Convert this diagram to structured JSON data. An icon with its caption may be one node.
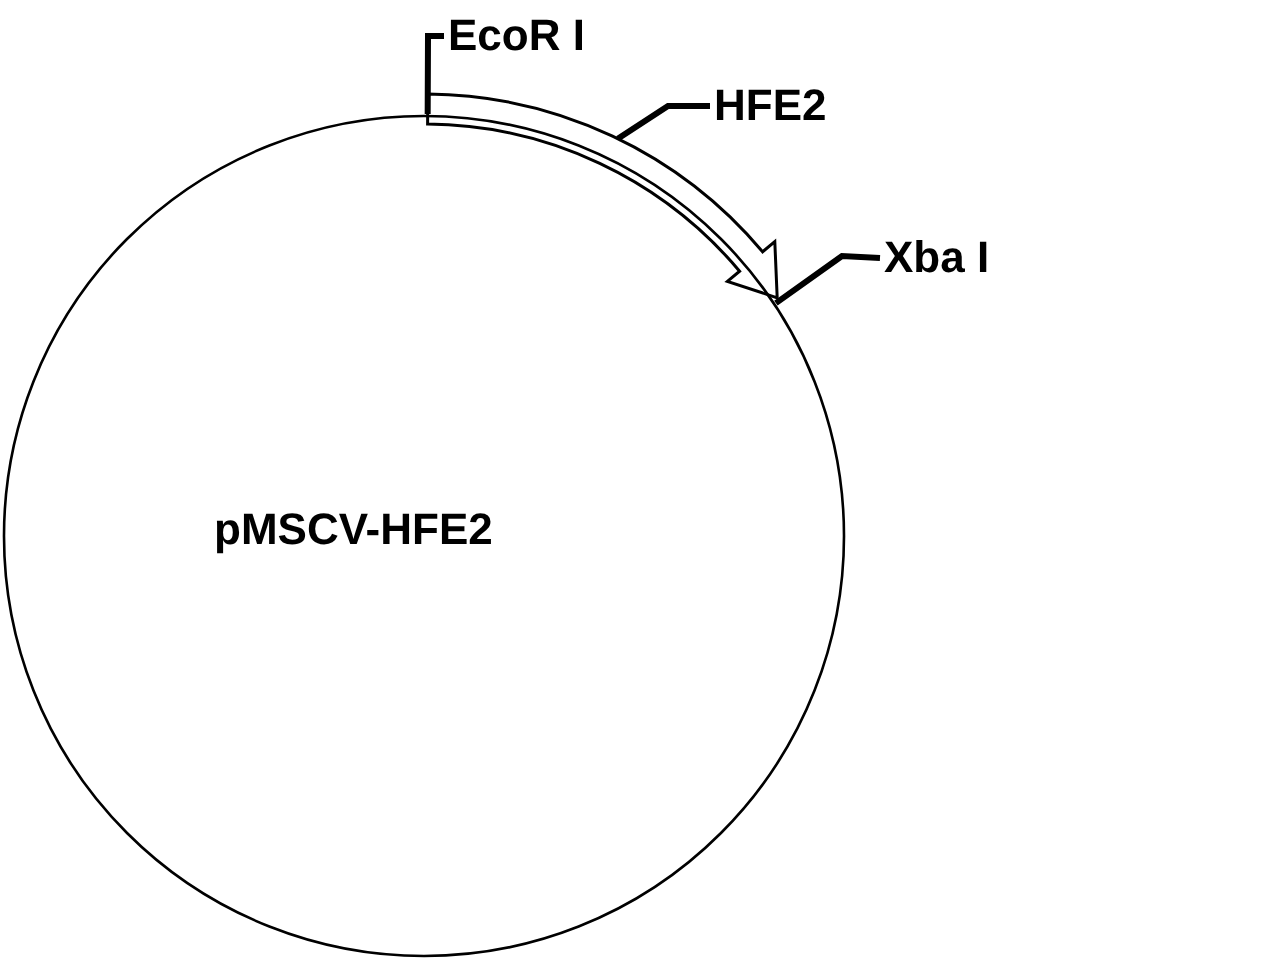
{
  "diagram": {
    "nodes": [
      {
        "text": [
          "pMSCV-HFE2"
        ]
      },
      {
        "text": [
          "EcoR I"
        ]
      },
      {
        "text": [
          "HFE2"
        ]
      },
      {
        "text": [
          "Xba I"
        ]
      },
      {
        "text": [],
        "shape": "arrow"
      }
    ],
    "edges": [
      {
        "from": 1,
        "to": 0,
        "arrow": "none"
      },
      {
        "from": 2,
        "to": 4,
        "arrow": "none"
      },
      {
        "from": 3,
        "to": 0,
        "arrow": "none"
      }
    ]
  }
}
